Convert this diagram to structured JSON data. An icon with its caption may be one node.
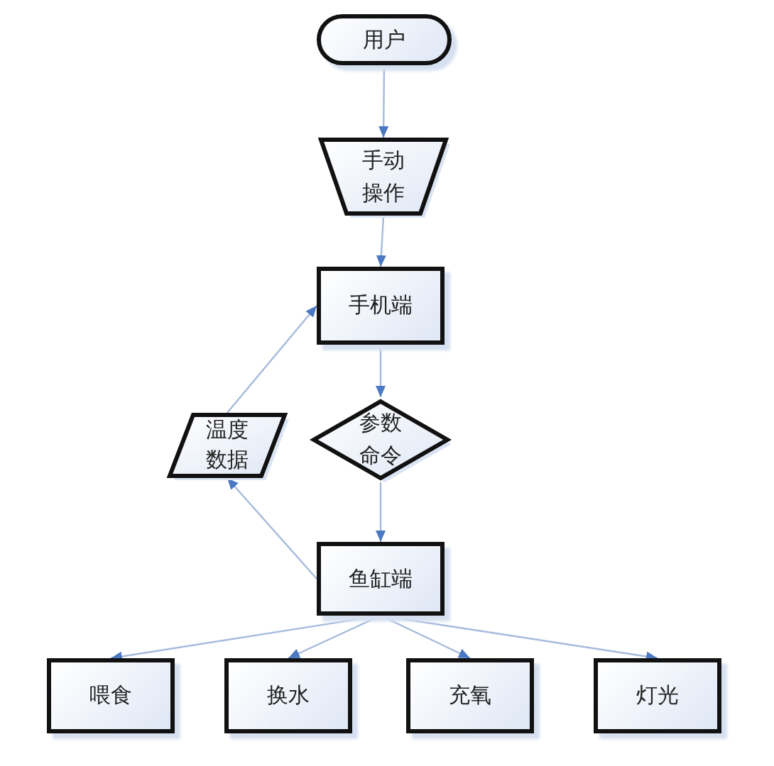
{
  "diagram": {
    "nodes": [
      {
        "text": [
          "用户"
        ]
      },
      {
        "text": [
          "手动操作"
        ]
      },
      {
        "text": [
          "手机端"
        ]
      },
      {
        "text": [
          "参数命令"
        ]
      },
      {
        "text": [
          "温度数据"
        ]
      },
      {
        "text": [
          "鱼缸端"
        ]
      },
      {
        "text": [
          "喂食"
        ]
      },
      {
        "text": [
          "换水"
        ]
      },
      {
        "text": [
          "充氧"
        ]
      },
      {
        "text": [
          "灯光"
        ]
      }
    ],
    "edges": [
      {
        "from": 0,
        "to": 1,
        "arrow": "to"
      },
      {
        "from": 1,
        "to": 2,
        "arrow": "to"
      },
      {
        "from": 2,
        "to": 3,
        "arrow": "to"
      },
      {
        "from": 3,
        "to": 5,
        "arrow": "to"
      },
      {
        "from": 5,
        "to": 4,
        "arrow": "to"
      },
      {
        "from": 4,
        "to": 2,
        "arrow": "to"
      },
      {
        "from": 5,
        "to": 6,
        "arrow": "to"
      },
      {
        "from": 5,
        "to": 7,
        "arrow": "to"
      },
      {
        "from": 5,
        "to": 8,
        "arrow": "to"
      },
      {
        "from": 5,
        "to": 9,
        "arrow": "to"
      }
    ]
  }
}
